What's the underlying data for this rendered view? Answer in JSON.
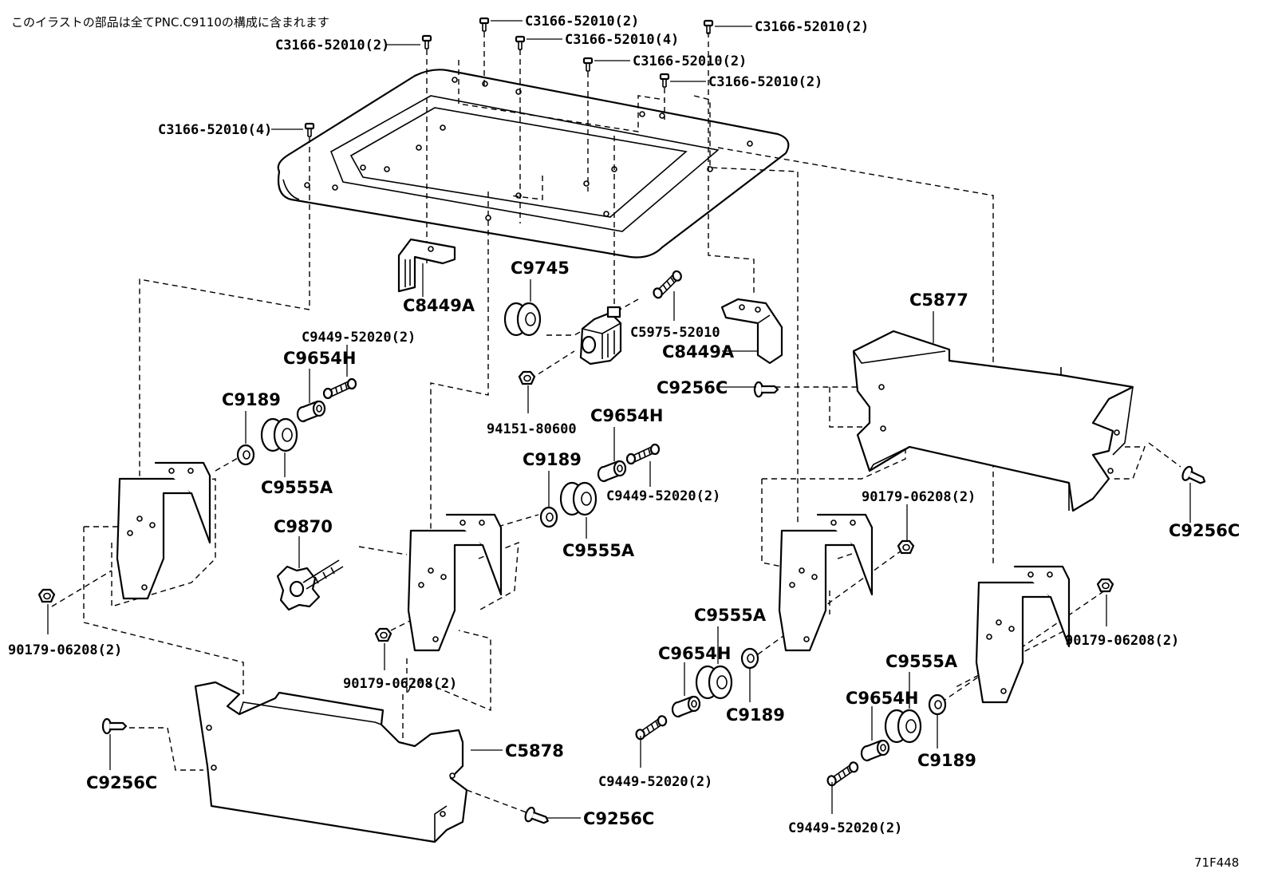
{
  "header_note": "このイラストの部品は全てPNC.C9110の構成に含まれます",
  "figure_id": "71F448",
  "labels": {
    "s1": "C3166-52010(2)",
    "s2": "C3166-52010(4)",
    "s3": "C3166-52010(2)",
    "s4": "C3166-52010(2)",
    "s5": "C3166-52010(2)",
    "s6": "C3166-52010(2)",
    "s7": "C3166-52010(4)",
    "c8449a_1": "C8449A",
    "c8449a_2": "C8449A",
    "c9745": "C9745",
    "c5975": "C5975-52010",
    "n94151": "94151-80600",
    "c9256c_1": "C9256C",
    "c9256c_2": "C9256C",
    "c9256c_3": "C9256C",
    "c9256c_4": "C9256C",
    "c5877": "C5877",
    "c5878": "C5878",
    "c9449_1": "C9449-52020(2)",
    "c9449_2": "C9449-52020(2)",
    "c9449_3": "C9449-52020(2)",
    "c9449_4": "C9449-52020(2)",
    "c9654h_1": "C9654H",
    "c9654h_2": "C9654H",
    "c9654h_3": "C9654H",
    "c9654h_4": "C9654H",
    "c9189_1": "C9189",
    "c9189_2": "C9189",
    "c9189_3": "C9189",
    "c9189_4": "C9189",
    "c9555a_1": "C9555A",
    "c9555a_2": "C9555A",
    "c9555a_3": "C9555A",
    "c9555a_4": "C9555A",
    "c9870": "C9870",
    "n90179_1": "90179-06208(2)",
    "n90179_2": "90179-06208(2)",
    "n90179_3": "90179-06208(2)",
    "n90179_4": "90179-06208(2)"
  }
}
